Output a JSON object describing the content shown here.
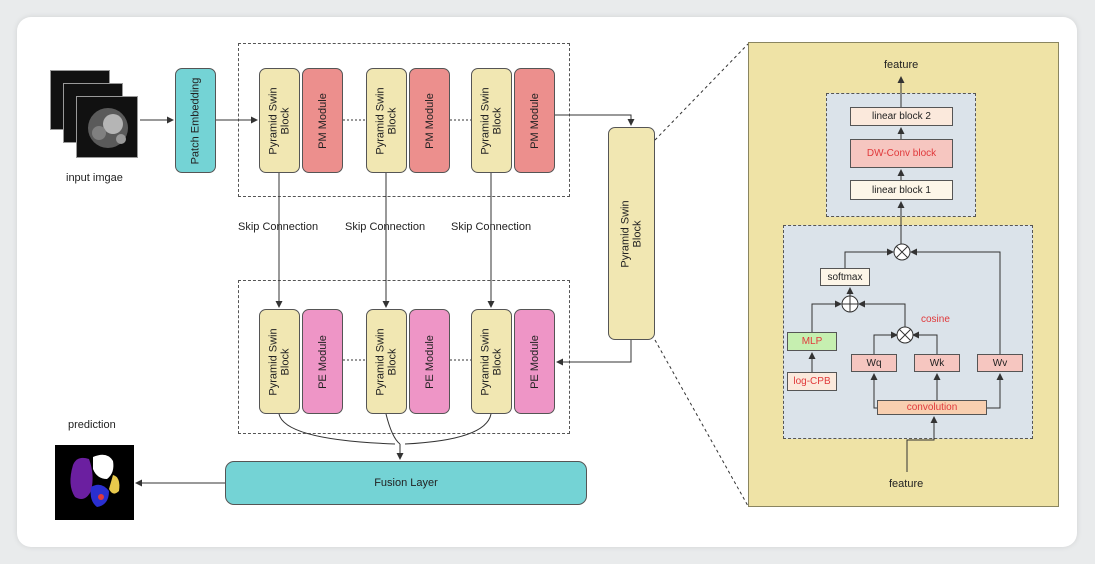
{
  "input_label": "input imgae",
  "prediction_label": "prediction",
  "patch_embedding": "Patch Embedding",
  "encoder_blocks": [
    {
      "swin": "Pyramid Swin\nBlock",
      "module": "PM Module"
    },
    {
      "swin": "Pyramid Swin\nBlock",
      "module": "PM Module"
    },
    {
      "swin": "Pyramid Swin\nBlock",
      "module": "PM Module"
    }
  ],
  "decoder_blocks": [
    {
      "swin": "Pyramid Swin\nBlock",
      "module": "PE Module"
    },
    {
      "swin": "Pyramid Swin\nBlock",
      "module": "PE Module"
    },
    {
      "swin": "Pyramid Swin\nBlock",
      "module": "PE Module"
    }
  ],
  "skip_connections": [
    "Skip Connection",
    "Skip Connection",
    "Skip Connection"
  ],
  "bottleneck": "Pyramid Swin\nBlock",
  "fusion_layer": "Fusion Layer",
  "detail": {
    "feature_top": "feature",
    "feature_bottom": "feature",
    "linear_block_2": "linear block 2",
    "dw_conv_block": "DW-Conv block",
    "linear_block_1": "linear block 1",
    "softmax": "softmax",
    "cosine": "cosine",
    "mlp": "MLP",
    "log_cpb": "log-CPB",
    "wq": "Wq",
    "wk": "Wk",
    "wv": "Wv",
    "convolution": "convolution"
  },
  "colors": {
    "swin_block": "#f1e7b2",
    "pm_module": "#ec8f8d",
    "pe_module": "#ee95c6",
    "teal": "#74d3d5",
    "detail_panel": "#efe3a6",
    "highlight_red": "#e0393b",
    "mlp_green": "#c6efb0"
  }
}
